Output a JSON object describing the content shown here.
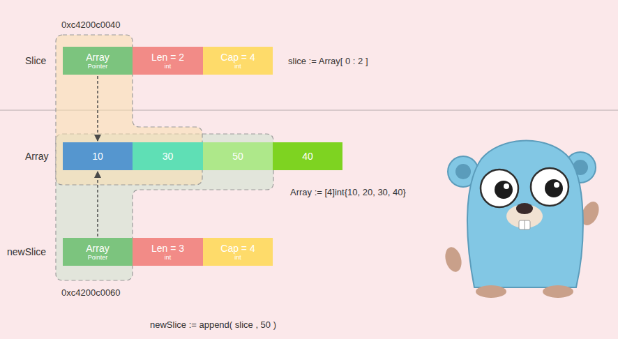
{
  "diagram": {
    "nodes": [
      {
        "text": [
          "Array",
          "Pointer"
        ]
      },
      {
        "text": [
          "Len = 2",
          "int"
        ]
      },
      {
        "text": [
          "Cap = 4",
          "int"
        ]
      },
      {
        "text": [
          "10"
        ]
      },
      {
        "text": [
          "30"
        ]
      },
      {
        "text": [
          "50"
        ]
      },
      {
        "text": [
          "40"
        ]
      },
      {
        "text": [
          "Array",
          "Pointer"
        ]
      },
      {
        "text": [
          "Len = 3",
          "int"
        ]
      },
      {
        "text": [
          "Cap = 4",
          "int"
        ]
      }
    ],
    "edges": [
      {
        "from": 0,
        "to": 3,
        "arrow": "to"
      },
      {
        "from": 7,
        "to": 3,
        "arrow": "to"
      }
    ],
    "labels": [
      "0xc4200c0040",
      "Slice",
      "slice := Array[ 0 : 2 ]",
      "Array",
      "Array := [4]int{10, 20, 30, 40}",
      "newSlice",
      "0xc4200c0060",
      "newSlice := append( slice , 50 )"
    ]
  }
}
